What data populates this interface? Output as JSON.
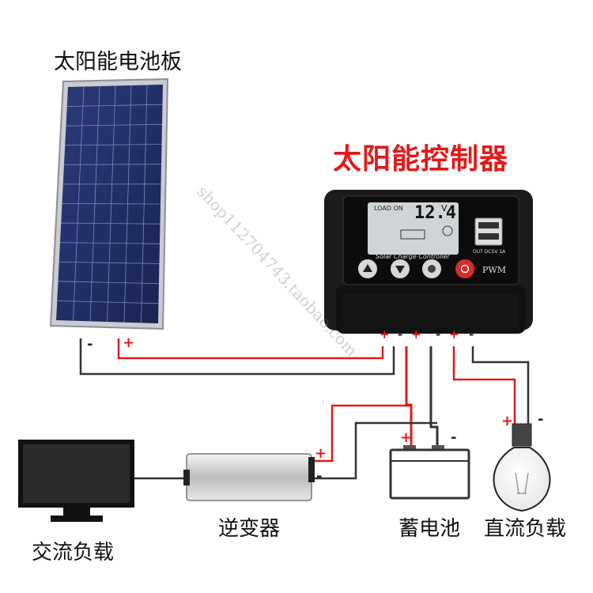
{
  "labels": {
    "solar_panel": "太阳能电池板",
    "controller": "太阳能控制器",
    "inverter": "逆变器",
    "battery": "蓄电池",
    "dc_load": "直流负载",
    "ac_load": "交流负载"
  },
  "controller": {
    "lcd_status": "LOAD ON",
    "lcd_voltage": "12.4",
    "lcd_unit": "V",
    "brand_text": "Solar Charge Controller",
    "usb_text": "OUT DC5V 1A",
    "mode_text": "PWM"
  },
  "terminals": {
    "plus": "+",
    "minus": "-"
  },
  "watermark": "shop112704743.taobao.com",
  "colors": {
    "wire_positive": "#e31a1a",
    "wire_negative": "#333333",
    "title_accent": "#e31a1a"
  }
}
